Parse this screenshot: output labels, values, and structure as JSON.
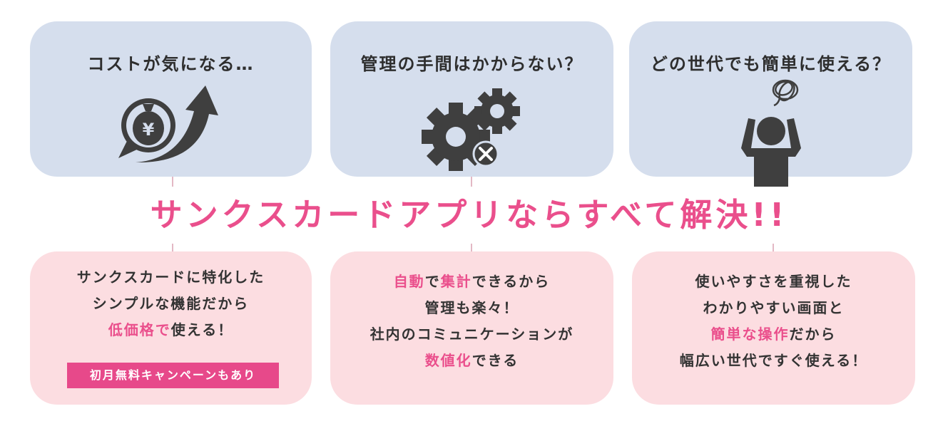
{
  "problems": [
    {
      "title": "コストが気になる…",
      "icon": "money-bag-rising-arrow-icon"
    },
    {
      "title": "管理の手間はかからない？",
      "icon": "gears-cross-icon"
    },
    {
      "title": "どの世代でも簡単に使える？",
      "icon": "confused-person-icon"
    }
  ],
  "headline": "サンクスカードアプリならすべて解決!!",
  "solutions": [
    {
      "line1": "サンクスカードに特化した",
      "line2": "シンプルな機能だから",
      "line3_highlight": "低価格で",
      "line3_rest": "使える！",
      "badge": "初月無料キャンペーンもあり"
    },
    {
      "line1_highlight_a": "自動",
      "line1_mid": "で",
      "line1_highlight_b": "集計",
      "line1_rest": "できるから",
      "line2": "管理も楽々！",
      "line3": "社内のコミュニケーションが",
      "line4_highlight": "数値化",
      "line4_rest": "できる"
    },
    {
      "line1": "使いやすさを重視した",
      "line2": "わかりやすい画面と",
      "line3_highlight": "簡単な操作",
      "line3_rest": "だから",
      "line4": "幅広い世代ですぐ使える！"
    }
  ],
  "colors": {
    "top_card": "#d5deed",
    "bottom_card": "#fcdde1",
    "accent_pink": "#ea4f8c",
    "badge": "#e7498a",
    "icon": "#3f3f3f"
  }
}
